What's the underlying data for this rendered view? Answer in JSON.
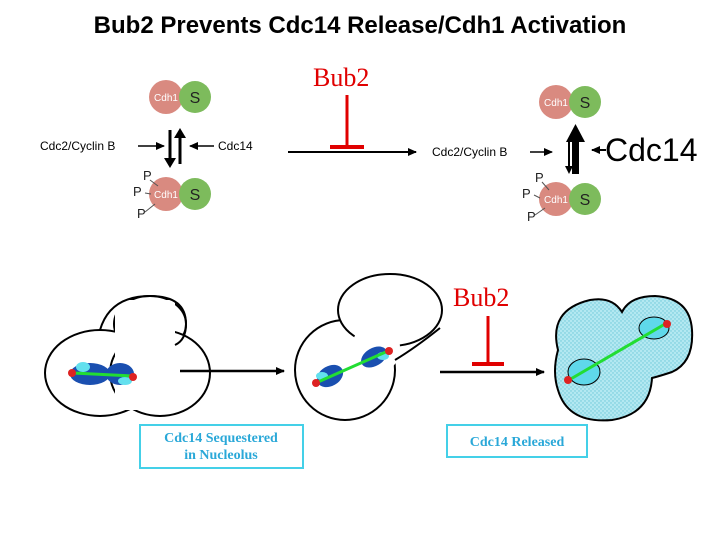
{
  "title": "Bub2 Prevents Cdc14 Release/Cdh1 Activation",
  "top": {
    "left_panel": {
      "cdh1": "Cdh1",
      "s": "S",
      "kinase": "Cdc2/Cyclin B",
      "phosphatase": "Cdc14",
      "p": "P"
    },
    "inhibitor": "Bub2",
    "right_panel": {
      "cdh1": "Cdh1",
      "s": "S",
      "kinase": "Cdc2/Cyclin B",
      "phosphatase_big": "Cdc14",
      "p": "P"
    }
  },
  "bottom": {
    "inhibitor": "Bub2",
    "box_left": {
      "line1": "Cdc14 Sequestered",
      "line2": "in Nucleolus"
    },
    "box_right": "Cdc14 Released"
  },
  "colors": {
    "cdh1_fill": "#d98a80",
    "s_fill": "#7dbb5c",
    "inhibitor": "#e00000",
    "spindle": "#22dd33",
    "nucleus": "#1a4fb0",
    "nucleus_light": "#63e0ee",
    "spb": "#dd2222",
    "released_fill": "#a9e3ee",
    "box_border": "#44d0e8",
    "box_text": "#2aa8d8"
  }
}
